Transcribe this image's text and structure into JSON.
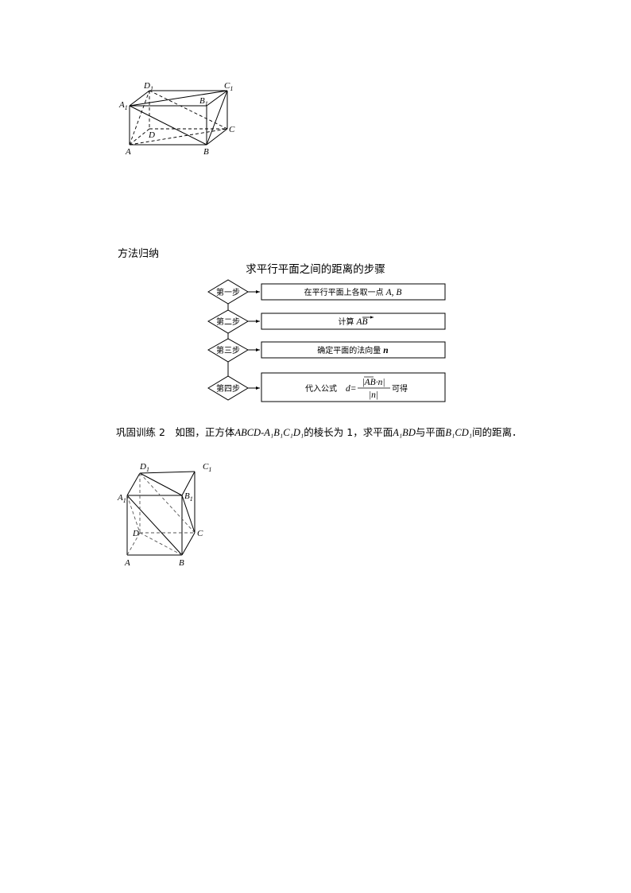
{
  "figure1": {
    "labels": {
      "A1": "A",
      "D1": "D",
      "C1": "C",
      "B1": "B",
      "A": "A",
      "B": "B",
      "C": "C",
      "D": "D",
      "sub": "1"
    }
  },
  "method": {
    "heading": "方法归纳",
    "flow_title": "求平行平面之间的距离的步骤",
    "steps": [
      {
        "label": "第一步",
        "text": "在平行平面上各取一点",
        "math": "A, B"
      },
      {
        "label": "第二步",
        "text": "计算",
        "math": "AB"
      },
      {
        "label": "第三步",
        "text": "确定平面的法向量",
        "math": "n"
      },
      {
        "label": "第四步",
        "text": "代入公式",
        "formula_lhs": "d=",
        "numerator": "|AB·n|",
        "denominator": "|n|",
        "suffix": "可得"
      }
    ]
  },
  "exercise": {
    "prefix": "巩固训练 2　如图，正方体",
    "solid": "ABCD-A₁B₁C₁D₁",
    "mid1": "的棱长为 1，求平面",
    "plane1": "A₁BD",
    "mid2": "与平面",
    "plane2": "B₁CD₁",
    "suffix": "间的距离．"
  },
  "figure2": {
    "labels": {
      "D1": "D",
      "C1": "C",
      "A1": "A",
      "B1": "B",
      "D": "D",
      "C": "C",
      "A": "A",
      "B": "B",
      "sub": "1"
    }
  }
}
